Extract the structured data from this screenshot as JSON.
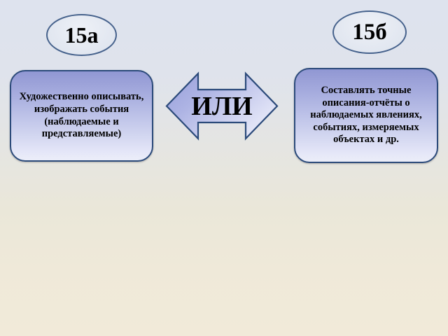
{
  "slide": {
    "background_top_color": "#dee3ee",
    "background_bottom_color": "#f1ead9"
  },
  "badges": {
    "left": {
      "label": "15а",
      "border_color": "#46628c",
      "text_color": "#000000"
    },
    "right": {
      "label": "15б",
      "border_color": "#46628c",
      "text_color": "#000000"
    }
  },
  "boxes": {
    "left": {
      "text": "Художественно описывать, изображать события (наблюдаемые и представляемые)",
      "border_color": "#2b4a7a",
      "fill_top_color": "#9097d3",
      "fill_bottom_color": "#eceef9",
      "text_color": "#000000"
    },
    "right": {
      "text": "Составлять точные описания-отчёты о наблюдаемых явлениях, событиях, измеряемых объектах и др.",
      "border_color": "#2b4a7a",
      "fill_top_color": "#9097d3",
      "fill_bottom_color": "#eceef9",
      "text_color": "#000000"
    }
  },
  "connector": {
    "label": "ИЛИ",
    "shape": "double-headed-arrow",
    "border_color": "#2b4a7a",
    "fill_left_color": "#9ba2dc",
    "fill_right_color": "#e8eaf8",
    "text_color": "#000000"
  }
}
